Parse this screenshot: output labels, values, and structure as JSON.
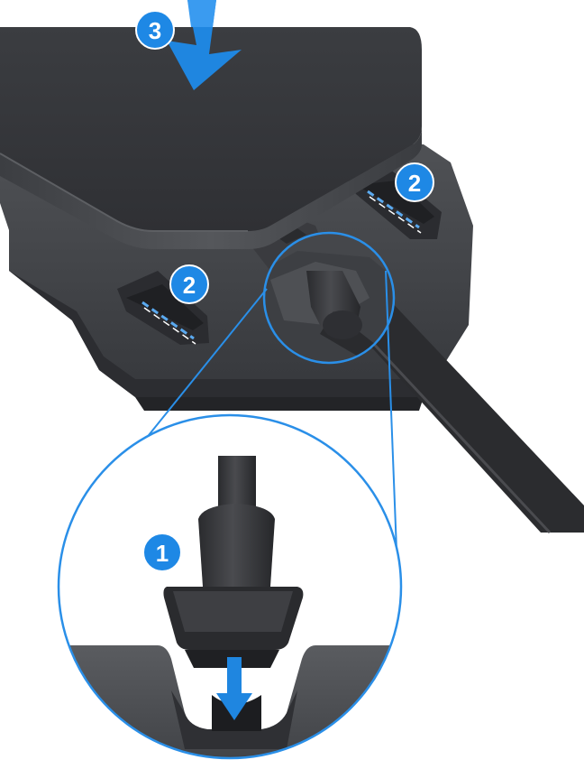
{
  "callouts": {
    "step_1": "1",
    "step_2_right": "2",
    "step_2_left": "2",
    "step_3": "3"
  },
  "colors": {
    "callout_blue": "#1e88e5",
    "arrow_blue": "#1f86e0",
    "device_dark": "#3a3c40",
    "device_mid": "#4a4c50",
    "cable_dark": "#2b2c2f",
    "outline_blue": "#2a8fe8",
    "background": "#ffffff"
  },
  "icons": {
    "down_arrow": "down-arrow-icon",
    "dashed_line": "alignment-dash-icon"
  }
}
